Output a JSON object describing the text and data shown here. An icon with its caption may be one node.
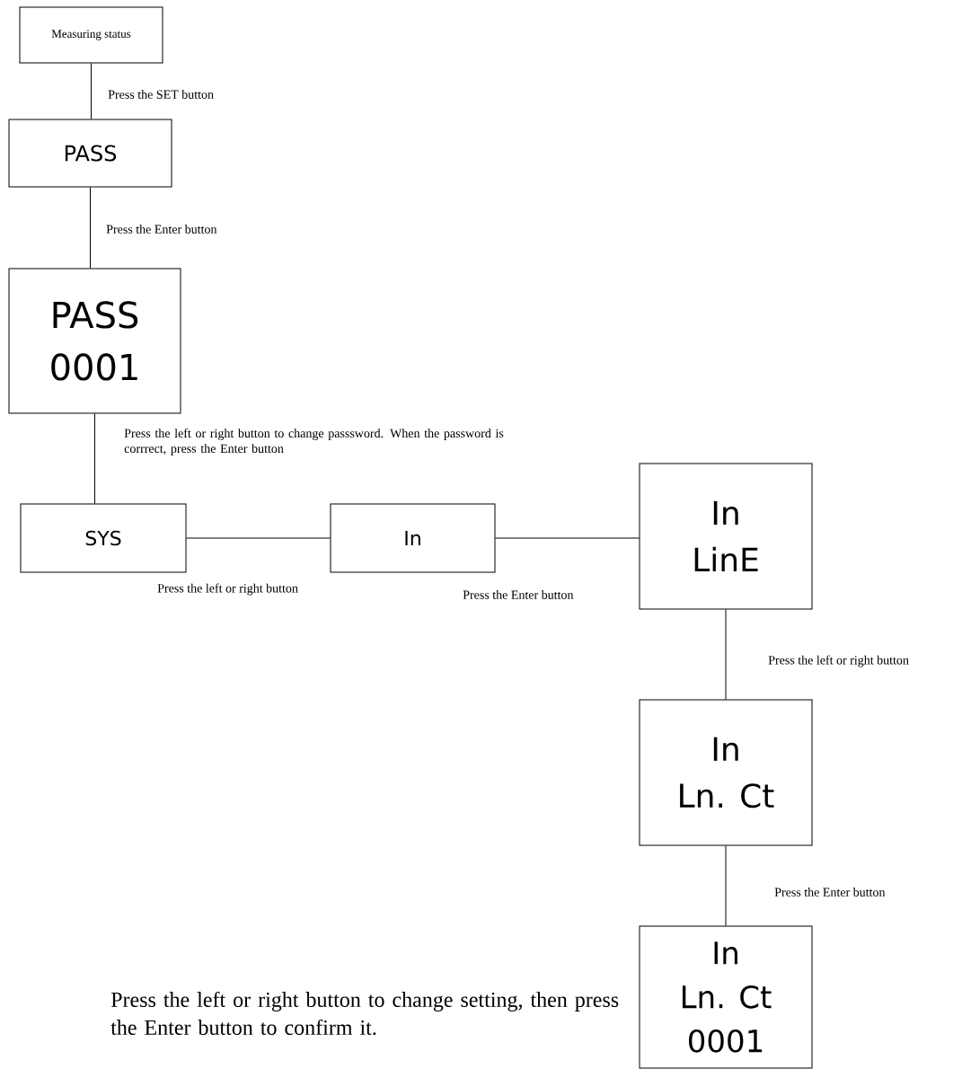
{
  "diagram": {
    "nodes": [
      {
        "text": [
          "Measuring status"
        ]
      },
      {
        "text": [
          "PASS"
        ]
      },
      {
        "text": [
          "PASS",
          "0001"
        ]
      },
      {
        "text": [
          "SYS"
        ]
      },
      {
        "text": [
          "In"
        ]
      },
      {
        "text": [
          "In",
          "LinE"
        ]
      },
      {
        "text": [
          "In",
          "Ln. Ct"
        ]
      },
      {
        "text": [
          "In",
          "Ln. Ct",
          "0001"
        ]
      }
    ],
    "edges": [
      {
        "from": 0,
        "to": 1,
        "arrow": "none",
        "label": "Press the SET button"
      },
      {
        "from": 1,
        "to": 2,
        "arrow": "none",
        "label": "Press the Enter button"
      },
      {
        "from": 2,
        "to": 3,
        "arrow": "none",
        "label": "Press the left or right button to change passsword. When the password is corrrect, press the Enter button"
      },
      {
        "from": 3,
        "to": 4,
        "arrow": "none",
        "label": "Press the left or right button"
      },
      {
        "from": 4,
        "to": 5,
        "arrow": "none",
        "label": "Press the Enter button"
      },
      {
        "from": 5,
        "to": 6,
        "arrow": "none",
        "label": "Press the left or right button"
      },
      {
        "from": 6,
        "to": 7,
        "arrow": "none",
        "label": "Press the Enter button"
      }
    ],
    "labels": [
      "Press the left or right button to change setting, then press the Enter button to confirm it."
    ]
  }
}
